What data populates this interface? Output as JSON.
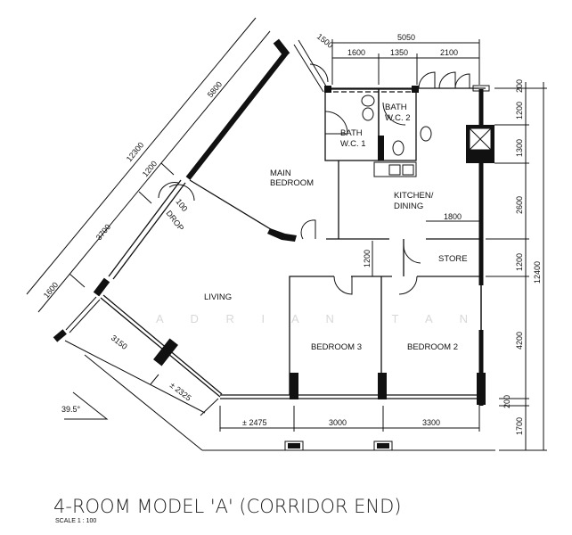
{
  "title": "4-ROOM MODEL 'A' (CORRIDOR END)",
  "scale": "SCALE  1 : 100",
  "watermark": "A D R I A N   T A N",
  "rooms": {
    "main_bedroom_line1": "MAIN",
    "main_bedroom_line2": "BEDROOM",
    "bath1_line1": "BATH",
    "bath1_line2": "W.C.  1",
    "bath2_line1": "BATH",
    "bath2_line2": "W.C.  2",
    "kitchen_line1": "KITCHEN/",
    "kitchen_line2": "DINING",
    "store": "STORE",
    "living": "LIVING",
    "bedroom3": "BEDROOM  3",
    "bedroom2": "BEDROOM  2",
    "drop_line1": "100",
    "drop_line2": "DROP"
  },
  "dimensions": {
    "top_total": "5050",
    "top_1": "1600",
    "top_2": "1350",
    "top_3": "2100",
    "top_door": "1500",
    "left_total": "12300",
    "left_1": "5800",
    "left_2": "1200",
    "left_3": "3700",
    "left_4": "1600",
    "lower_1": "3150",
    "lower_2": "± 2325",
    "bottom_1": "± 2475",
    "bottom_2": "3000",
    "bottom_3": "3300",
    "right_1": "200",
    "right_2": "1200",
    "right_3": "1300",
    "right_4": "2600",
    "right_5": "1200",
    "right_6": "4200",
    "right_7": "200",
    "right_8": "1700",
    "right_total": "12400",
    "kitchen_1800": "1800",
    "corridor_1200": "1200",
    "angle": "39.5°"
  }
}
